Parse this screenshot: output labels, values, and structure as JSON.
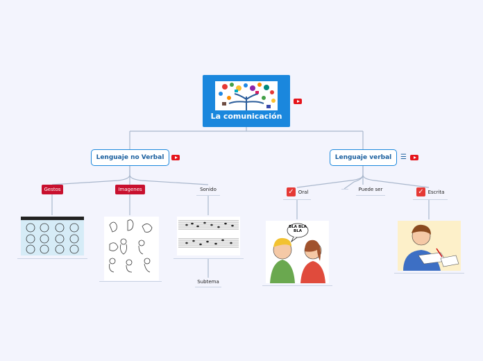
{
  "root": {
    "title": "La comunicación"
  },
  "branches": {
    "nonverbal": {
      "label": "Lenguaje no Verbal"
    },
    "verbal": {
      "label": "Lenguaje verbal"
    }
  },
  "topics": {
    "gestos": "Gestos",
    "imagenes": "Imagenes",
    "sonido": "Sonido",
    "subtema": "Subtema",
    "oral": "Oral",
    "puede_ser": "Puede ser",
    "escrita": "Escrita"
  },
  "image_texts": {
    "bla": "BLA BLA\nBLA"
  },
  "colors": {
    "accent": "#1a87dd",
    "tag": "#c8102e",
    "video": "#e5141b",
    "check": "#e53935",
    "background": "#f3f4fd"
  },
  "icons": [
    "video-icon",
    "checkbox-icon",
    "notes-icon"
  ]
}
